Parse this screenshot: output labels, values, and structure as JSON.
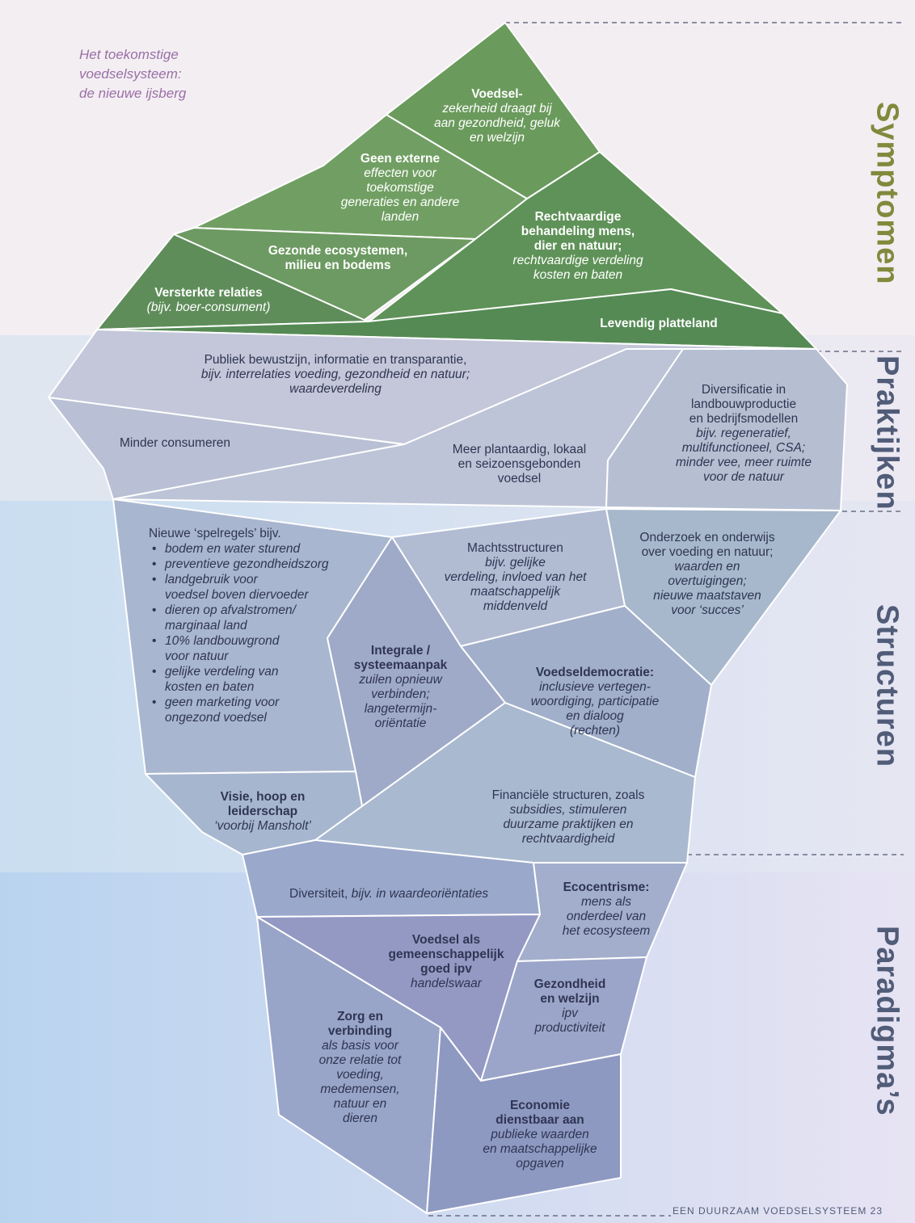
{
  "title_lines": [
    "Het toekomstige",
    "voedselsysteem:",
    "de nieuwe ijsberg"
  ],
  "sections": {
    "symptomen": "Symptomen",
    "praktijken": "Praktijken",
    "structuren": "Structuren",
    "paradigmas": "Paradigma’s"
  },
  "symptomen": {
    "voedselzekerheid": [
      "Voedsel-",
      "zekerheid draagt bij",
      "aan gezondheid, geluk",
      "en welzijn"
    ],
    "geen_externe": [
      "Geen externe",
      "effecten voor",
      "toekomstige",
      "generaties en andere",
      "landen"
    ],
    "rechtvaardige": [
      "Rechtvaardige",
      "behandeling mens,",
      "dier en natuur;",
      "rechtvaardige verdeling",
      "kosten en baten"
    ],
    "gezonde": [
      "Gezonde ecosystemen,",
      "milieu en bodems"
    ],
    "versterkte": [
      "Versterkte relaties",
      "(bijv. boer-consument)"
    ],
    "levendig": "Levendig platteland"
  },
  "praktijken": {
    "publiek": [
      "Publiek bewustzijn, informatie en transparantie,",
      "bijv. interrelaties voeding, gezondheid en natuur;",
      "waardeverdeling"
    ],
    "minder": "Minder consumeren",
    "meer": [
      "Meer plantaardig, lokaal",
      "en seizoensgebonden",
      "voedsel"
    ],
    "diversificatie": [
      "Diversificatie in",
      "landbouwproductie",
      "en bedrijfsmodellen",
      "bijv. regeneratief,",
      "multifunctioneel, CSA;",
      "minder vee, meer ruimte",
      "voor de natuur"
    ]
  },
  "structuren": {
    "spelregels_title": "Nieuwe ‘spelregels’ bijv.",
    "spelregels": [
      [
        "bodem en water sturend"
      ],
      [
        "preventieve gezondheidszorg"
      ],
      [
        "landgebruik voor",
        "voedsel boven diervoeder"
      ],
      [
        "dieren op afvalstromen/",
        "marginaal land"
      ],
      [
        "10% landbouwgrond",
        "voor natuur"
      ],
      [
        "gelijke verdeling van",
        "kosten en baten"
      ],
      [
        "geen marketing voor",
        "ongezond voedsel"
      ]
    ],
    "macht": [
      "Machtsstructuren",
      "bijv. gelijke",
      "verdeling, invloed van het",
      "maatschappelijk",
      "middenveld"
    ],
    "onderzoek": [
      "Onderzoek en onderwijs",
      "over voeding en natuur;",
      "waarden en",
      "overtuigingen;",
      "nieuwe maatstaven",
      "voor ‘succes’"
    ],
    "integrale": [
      "Integrale /",
      "systeemaanpak",
      "zuilen opnieuw",
      "verbinden;",
      "langetermijn-",
      "oriëntatie"
    ],
    "democratie": [
      "Voedseldemocratie:",
      "inclusieve vertegen-",
      "woordiging, participatie",
      "en dialoog",
      "(rechten)"
    ],
    "visie": [
      "Visie, hoop en",
      "leiderschap",
      "‘voorbij Mansholt’"
    ],
    "financiele": [
      "Financiële structuren, zoals",
      "subsidies, stimuleren",
      "duurzame praktijken en",
      "rechtvaardigheid"
    ]
  },
  "paradigmas": {
    "diversiteit_bold": "Diversiteit,",
    "diversiteit_rest": " bijv. in waardeoriëntaties",
    "ecocentrisme": [
      "Ecocentrisme:",
      "mens als",
      "onderdeel van",
      "het ecosysteem"
    ],
    "voedsel": [
      "Voedsel als",
      "gemeenschappelijk",
      "goed ipv",
      "handelswaar"
    ],
    "gezondheid": [
      "Gezondheid",
      "en welzijn",
      "ipv",
      "productiviteit"
    ],
    "zorg": [
      "Zorg en",
      "verbinding",
      "als basis voor",
      "onze relatie tot",
      "voeding,",
      "medemensen,",
      "natuur en",
      "dieren"
    ],
    "economie": [
      "Economie",
      "dienstbaar aan",
      "publieke waarden",
      "en maatschappelijke",
      "opgaven"
    ]
  },
  "footer": "EEN DUURZAAM VOEDSELSYSTEEM   23",
  "colors": {
    "green_dark": "#5a8a55",
    "green_light": "#7fa86c",
    "ice_top": "#c4c8da",
    "ice_mid": "#a9b7cf",
    "ice_low": "#9aa3cb",
    "purple": "#9a6fa6",
    "label_green": "#7f8a3c",
    "label_slate": "#505c78"
  }
}
